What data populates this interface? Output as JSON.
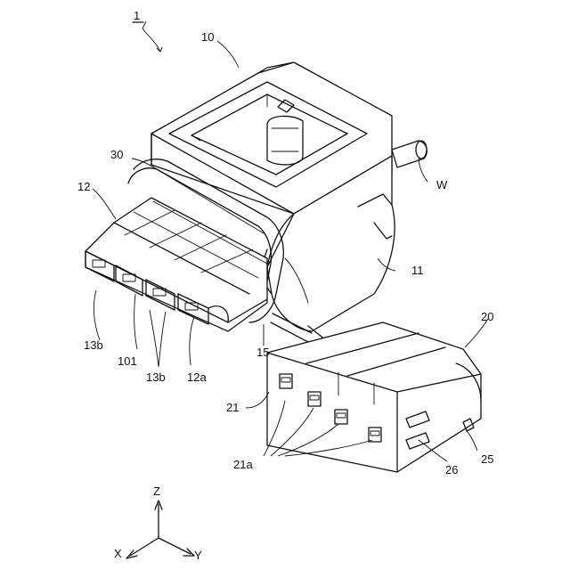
{
  "labels": {
    "assembly": "1",
    "housing_top": "10",
    "housing_body": "11",
    "terminal_block": "12",
    "terminal_front": "12a",
    "slot_13b_left": "13b",
    "slot_13b_right": "13b",
    "seal": "30",
    "wire": "W",
    "feature_101": "101",
    "arrow_15": "15",
    "retainer": "20",
    "retainer_face": "21",
    "retainer_holes": "21a",
    "lock_26": "26",
    "lock_25": "25"
  },
  "axes": {
    "z": "Z",
    "x": "X",
    "y": "Y"
  }
}
